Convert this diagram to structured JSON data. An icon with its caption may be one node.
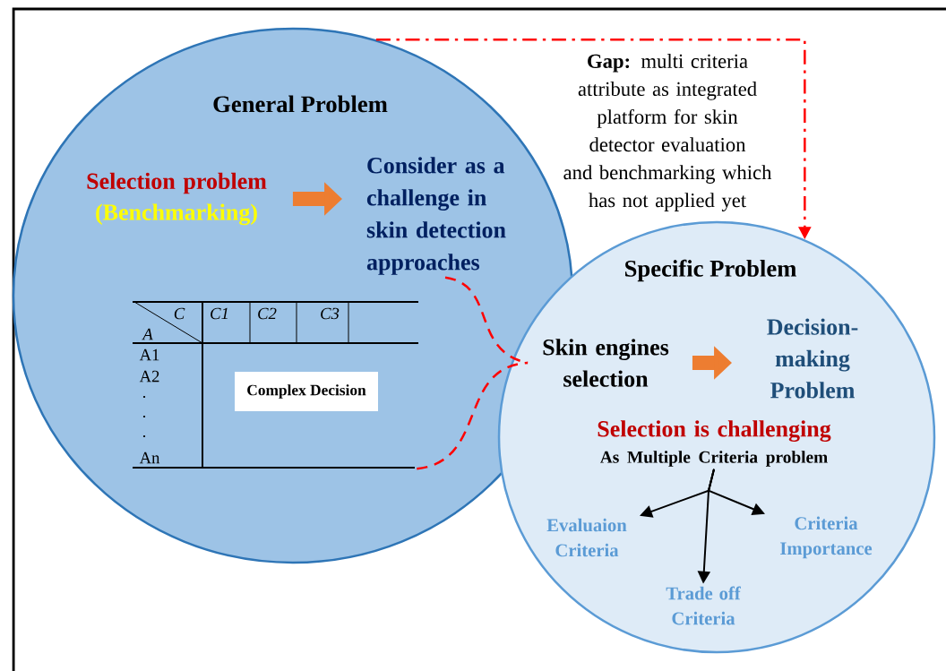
{
  "diagram": {
    "nodes": [
      {
        "text": [
          "General Problem"
        ]
      },
      {
        "text": [
          "Selection problem",
          "(Benchmarking)"
        ],
        "in": 0
      },
      {
        "text": [
          "Consider as a challenge in skin detection approaches"
        ],
        "in": 0
      },
      {
        "text": [],
        "shape": "box",
        "in": 0
      },
      {
        "text": [
          "Complex Decision"
        ],
        "in": 3
      },
      {
        "text": [
          "**Gap:** multi criteria attribute as integrated platform for skin detector evaluation and benchmarking which has not applied yet"
        ]
      },
      {
        "text": [
          "Specific Problem"
        ]
      },
      {
        "text": [
          "Skin engines selection"
        ],
        "in": 6
      },
      {
        "text": [
          "Decision-making Problem"
        ],
        "in": 6
      },
      {
        "text": [
          "Selection is challenging",
          "As Multiple Criteria problem"
        ],
        "in": 6
      },
      {
        "text": [
          "Evaluaion Criteria"
        ],
        "in": 6
      },
      {
        "text": [
          "Trade off Criteria"
        ],
        "in": 6
      },
      {
        "text": [
          "Criteria Importance"
        ],
        "in": 6
      }
    ],
    "edges": [
      {
        "from": 1,
        "to": 2,
        "arrow": "to",
        "style": "thick",
        "color": "#ed7d31"
      },
      {
        "from": 7,
        "to": 8,
        "arrow": "to",
        "style": "thick",
        "color": "#ed7d31"
      },
      {
        "from": 0,
        "to": 6,
        "arrow": "to",
        "style": "dashed",
        "color": "#ff0000"
      },
      {
        "from": 2,
        "to": 7,
        "arrow": "none",
        "style": "dashed",
        "color": "#ff0000"
      },
      {
        "from": 3,
        "to": 7,
        "arrow": "none",
        "style": "dashed",
        "color": "#ff0000"
      },
      {
        "from": 9,
        "to": 10,
        "arrow": "to",
        "color": "#000000"
      },
      {
        "from": 9,
        "to": 11,
        "arrow": "to",
        "color": "#000000"
      },
      {
        "from": 9,
        "to": 12,
        "arrow": "to",
        "color": "#000000"
      }
    ],
    "labels": [
      "C",
      "C1",
      "C2",
      "C3",
      "A",
      "A1",
      "A2",
      ".",
      ".",
      ".",
      "An"
    ]
  }
}
